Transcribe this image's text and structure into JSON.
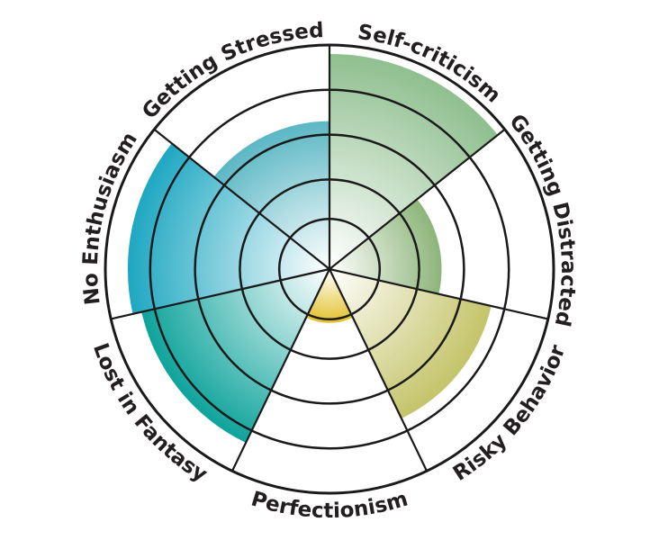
{
  "chart_data": {
    "type": "polar-area",
    "title": "",
    "categories": [
      "Self-criticism",
      "Getting Distracted",
      "Risky Behavior",
      "Perfectionism",
      "Lost in Fantasy",
      "No Enthusiasm",
      "Getting Stressed"
    ],
    "values": [
      4.8,
      2.5,
      3.7,
      1.2,
      4.3,
      4.5,
      3.3
    ],
    "colors": [
      "#8fbf8f",
      "#8db57a",
      "#c4c46a",
      "#e3c12e",
      "#0ea39b",
      "#1ea7c2",
      "#5bb7c4"
    ],
    "rlim": [
      0,
      5
    ],
    "ring_levels": [
      1,
      2,
      3,
      4,
      5
    ],
    "grid": true
  }
}
